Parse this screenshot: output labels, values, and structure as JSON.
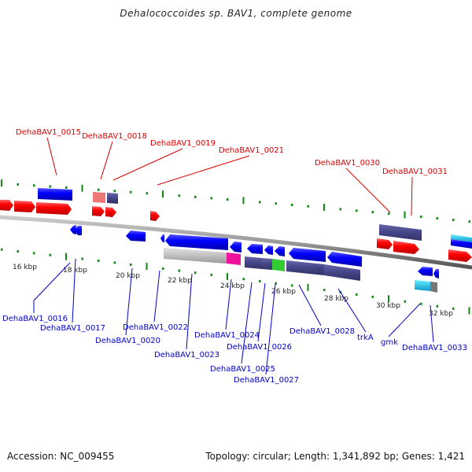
{
  "title": "Dehalococcoides sp. BAV1, complete genome",
  "footer": {
    "accession": "Accession: NC_009455",
    "summary": "Topology: circular; Length: 1,341,892 bp; Genes: 1,421"
  },
  "colors": {
    "forward_cds": "#ff0000",
    "reverse_cds": "#0000ff",
    "rna_block": "#444488",
    "label_forward": "#dd0000",
    "label_reverse": "#0000cc",
    "tick": "#118811",
    "backbone": "#888888",
    "gray_block": "#c0c0c0",
    "magenta_block": "#ee1199",
    "green_block": "#33cc33",
    "cyan_block": "#33bbee",
    "pink_block": "#ee7777"
  },
  "scale": {
    "unit": "kbp",
    "labels": [
      "16 kbp",
      "18 kbp",
      "20 kbp",
      "22 kbp",
      "24 kbp",
      "26 kbp",
      "28 kbp",
      "30 kbp",
      "32 kbp"
    ]
  },
  "forward_labels": [
    "DehaBAV1_0015",
    "DehaBAV1_0018",
    "DehaBAV1_0019",
    "DehaBAV1_0021",
    "DehaBAV1_0030",
    "DehaBAV1_0031"
  ],
  "reverse_labels": [
    "DehaBAV1_0016",
    "DehaBAV1_0017",
    "DehaBAV1_0020",
    "DehaBAV1_0022",
    "DehaBAV1_0023",
    "DehaBAV1_0024",
    "DehaBAV1_0025",
    "DehaBAV1_0026",
    "DehaBAV1_0027",
    "DehaBAV1_0028",
    "trkA",
    "gmk",
    "DehaBAV1_0033"
  ]
}
